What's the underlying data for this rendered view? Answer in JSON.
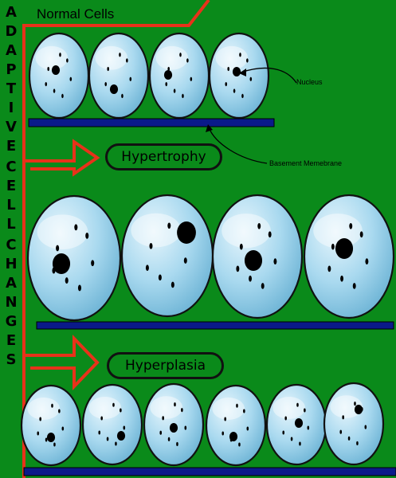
{
  "title": "Normal Cells",
  "side_title": "ADAPTIVE CELL CHANGES",
  "side_letters": [
    "A",
    "D",
    "A",
    "P",
    "T",
    "I",
    "V",
    "E",
    "C",
    "E",
    "L",
    "L",
    "C",
    "H",
    "A",
    "N",
    "G",
    "E",
    "S"
  ],
  "labels": {
    "nucleus": "Nucleus",
    "basement_membrane": "Basement Memebrane"
  },
  "stages": {
    "hypertrophy": "Hypertrophy",
    "hyperplasia": "Hyperplasia"
  },
  "colors": {
    "background": "#0a8a1a",
    "arrow": "#e8321a",
    "cell_fill": "#a8d8ee",
    "cell_outline": "#111111",
    "membrane": "#0a1a8a",
    "nucleus": "#000000"
  }
}
